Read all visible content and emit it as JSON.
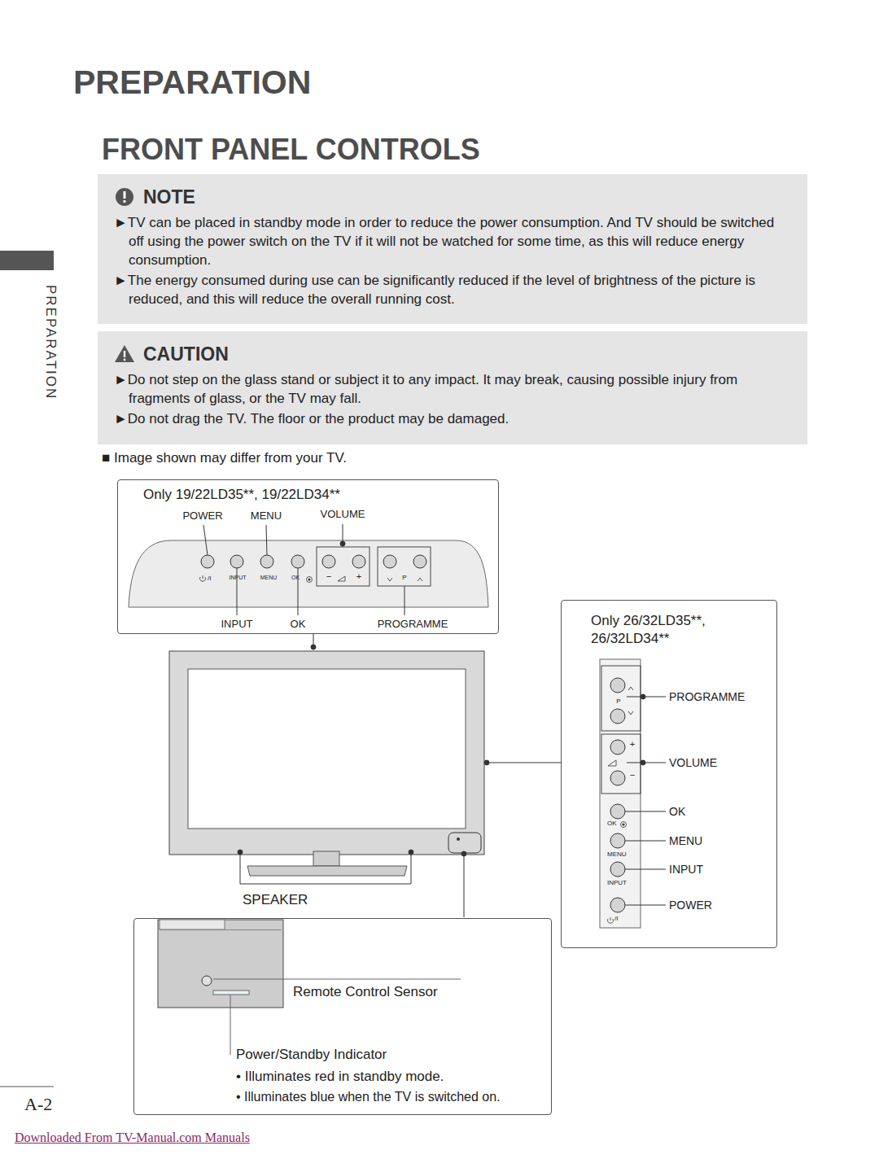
{
  "diagram": {
    "title": "FRONT PANEL CONTROLS",
    "nodes": [
      {
        "text": [
          "NOTE",
          "►TV can be placed in standby mode in order to reduce the power consumption. And TV should be switched off using the power switch on the TV if it will not be watched for some time, as this will reduce energy consumption.",
          "►The energy consumed during use can be significantly reduced if the level of brightness of the picture is reduced, and this will reduce the overall running cost."
        ]
      },
      {
        "text": [
          "CAUTION",
          "►Do not step on the glass stand or subject it to any impact. It may break, causing possible injury from fragments of glass, or the TV may fall.",
          "►Do not drag the TV. The floor or the product may be damaged."
        ]
      },
      {
        "text": [
          "Only 19/22LD35**, 19/22LD34**"
        ]
      },
      {
        "text": [
          "Only 26/32LD35**, 26/32LD34**"
        ]
      },
      {
        "text": [
          "Remote Control Sensor",
          "Power/Standby Indicator",
          "• Illuminates red in standby mode.",
          "• Illuminates blue when the TV is switched on."
        ]
      }
    ],
    "labels": [
      "PREPARATION",
      "PREPARATION",
      "■ Image shown may differ from your TV.",
      "POWER",
      "MENU",
      "VOLUME",
      "/I",
      "INPUT",
      "MENU",
      "OK",
      "−",
      "+",
      "P",
      "INPUT",
      "OK",
      "PROGRAMME",
      "SPEAKER",
      "PROGRAMME",
      "VOLUME",
      "OK",
      "MENU",
      "INPUT",
      "POWER",
      "P",
      "+",
      "−",
      "OK",
      "MENU",
      "INPUT",
      "/I",
      "A-2",
      "Downloaded From TV-Manual.com Manuals"
    ]
  }
}
